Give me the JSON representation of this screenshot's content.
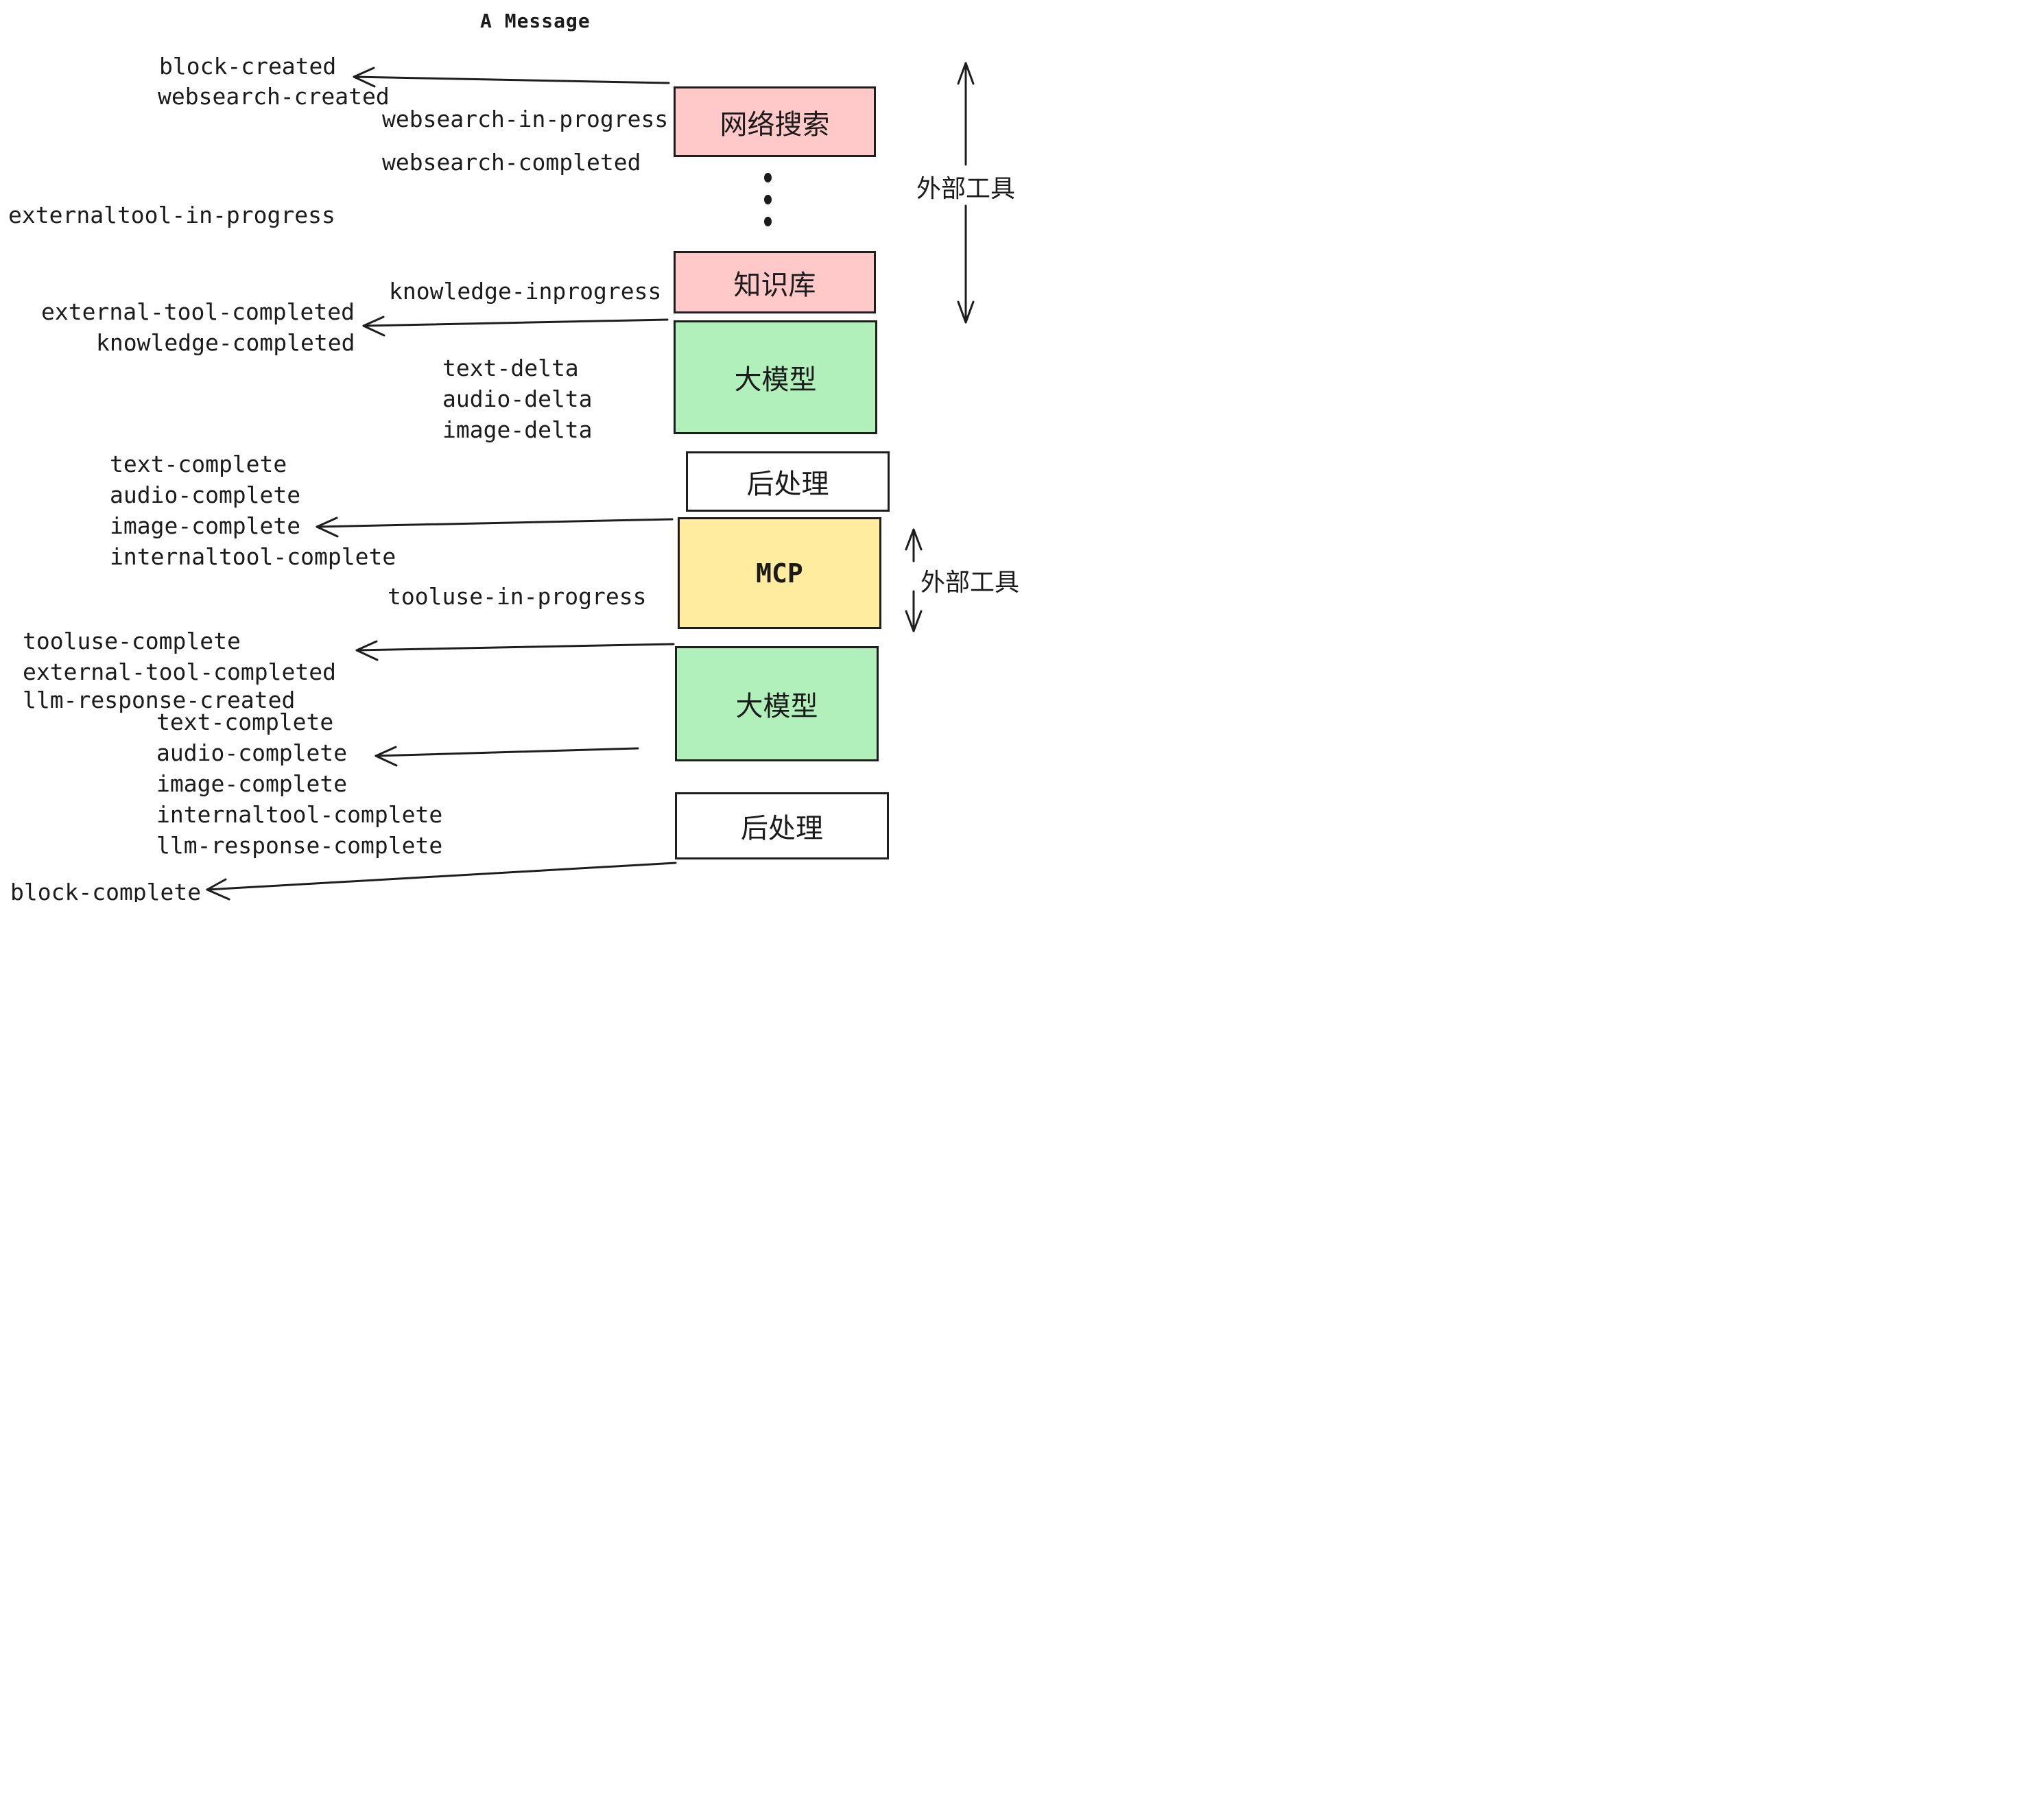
{
  "title": "A Message",
  "labels": [
    {
      "id": "block-created",
      "text": "block-created"
    },
    {
      "id": "websearch-created",
      "text": "websearch-created"
    },
    {
      "id": "websearch-in-progress",
      "text": "websearch-in-progress"
    },
    {
      "id": "websearch-completed",
      "text": "websearch-completed"
    },
    {
      "id": "externaltool-in-progress",
      "text": "externaltool-in-progress"
    },
    {
      "id": "knowledge-inprogress",
      "text": "knowledge-inprogress"
    },
    {
      "id": "external-tool-completed-1",
      "text": "external-tool-completed"
    },
    {
      "id": "knowledge-completed",
      "text": "knowledge-completed"
    },
    {
      "id": "text-delta-1",
      "text": "text-delta"
    },
    {
      "id": "audio-delta-1",
      "text": "audio-delta"
    },
    {
      "id": "image-delta-1",
      "text": "image-delta"
    },
    {
      "id": "text-complete-1",
      "text": "text-complete"
    },
    {
      "id": "audio-complete-1",
      "text": "audio-complete"
    },
    {
      "id": "image-complete-1",
      "text": "image-complete"
    },
    {
      "id": "internaltool-complete-1",
      "text": "internaltool-complete"
    },
    {
      "id": "tooluse-in-progress",
      "text": "tooluse-in-progress"
    },
    {
      "id": "tooluse-complete",
      "text": "tooluse-complete"
    },
    {
      "id": "external-tool-completed-2",
      "text": "external-tool-completed"
    },
    {
      "id": "llm-response-created",
      "text": "llm-response-created"
    },
    {
      "id": "text-complete-2",
      "text": "text-complete"
    },
    {
      "id": "audio-complete-2",
      "text": "audio-complete"
    },
    {
      "id": "image-complete-2",
      "text": "image-complete"
    },
    {
      "id": "internaltool-complete-2",
      "text": "internaltool-complete"
    },
    {
      "id": "llm-response-complete",
      "text": "llm-response-complete"
    },
    {
      "id": "block-complete",
      "text": "block-complete"
    }
  ],
  "boxes": [
    {
      "id": "websearch",
      "label": "网络搜索",
      "fill": "#ffc9c9"
    },
    {
      "id": "knowledge-base",
      "label": "知识库",
      "fill": "#ffc9c9"
    },
    {
      "id": "llm-1",
      "label": "大模型",
      "fill": "#b2f0bb"
    },
    {
      "id": "postprocess-1",
      "label": "后处理",
      "fill": "#ffffff"
    },
    {
      "id": "mcp",
      "label": "MCP",
      "fill": "#ffec9e"
    },
    {
      "id": "llm-2",
      "label": "大模型",
      "fill": "#b2f0bb"
    },
    {
      "id": "postprocess-2",
      "label": "后处理",
      "fill": "#ffffff"
    }
  ],
  "side_labels": [
    {
      "id": "external-tools-1",
      "text": "外部工具"
    },
    {
      "id": "external-tools-2",
      "text": "外部工具"
    }
  ],
  "colors": {
    "pink": "#ffc9c9",
    "green": "#b2f0bb",
    "yellow": "#ffec9e",
    "white": "#ffffff",
    "ink": "#1b1b1b"
  }
}
